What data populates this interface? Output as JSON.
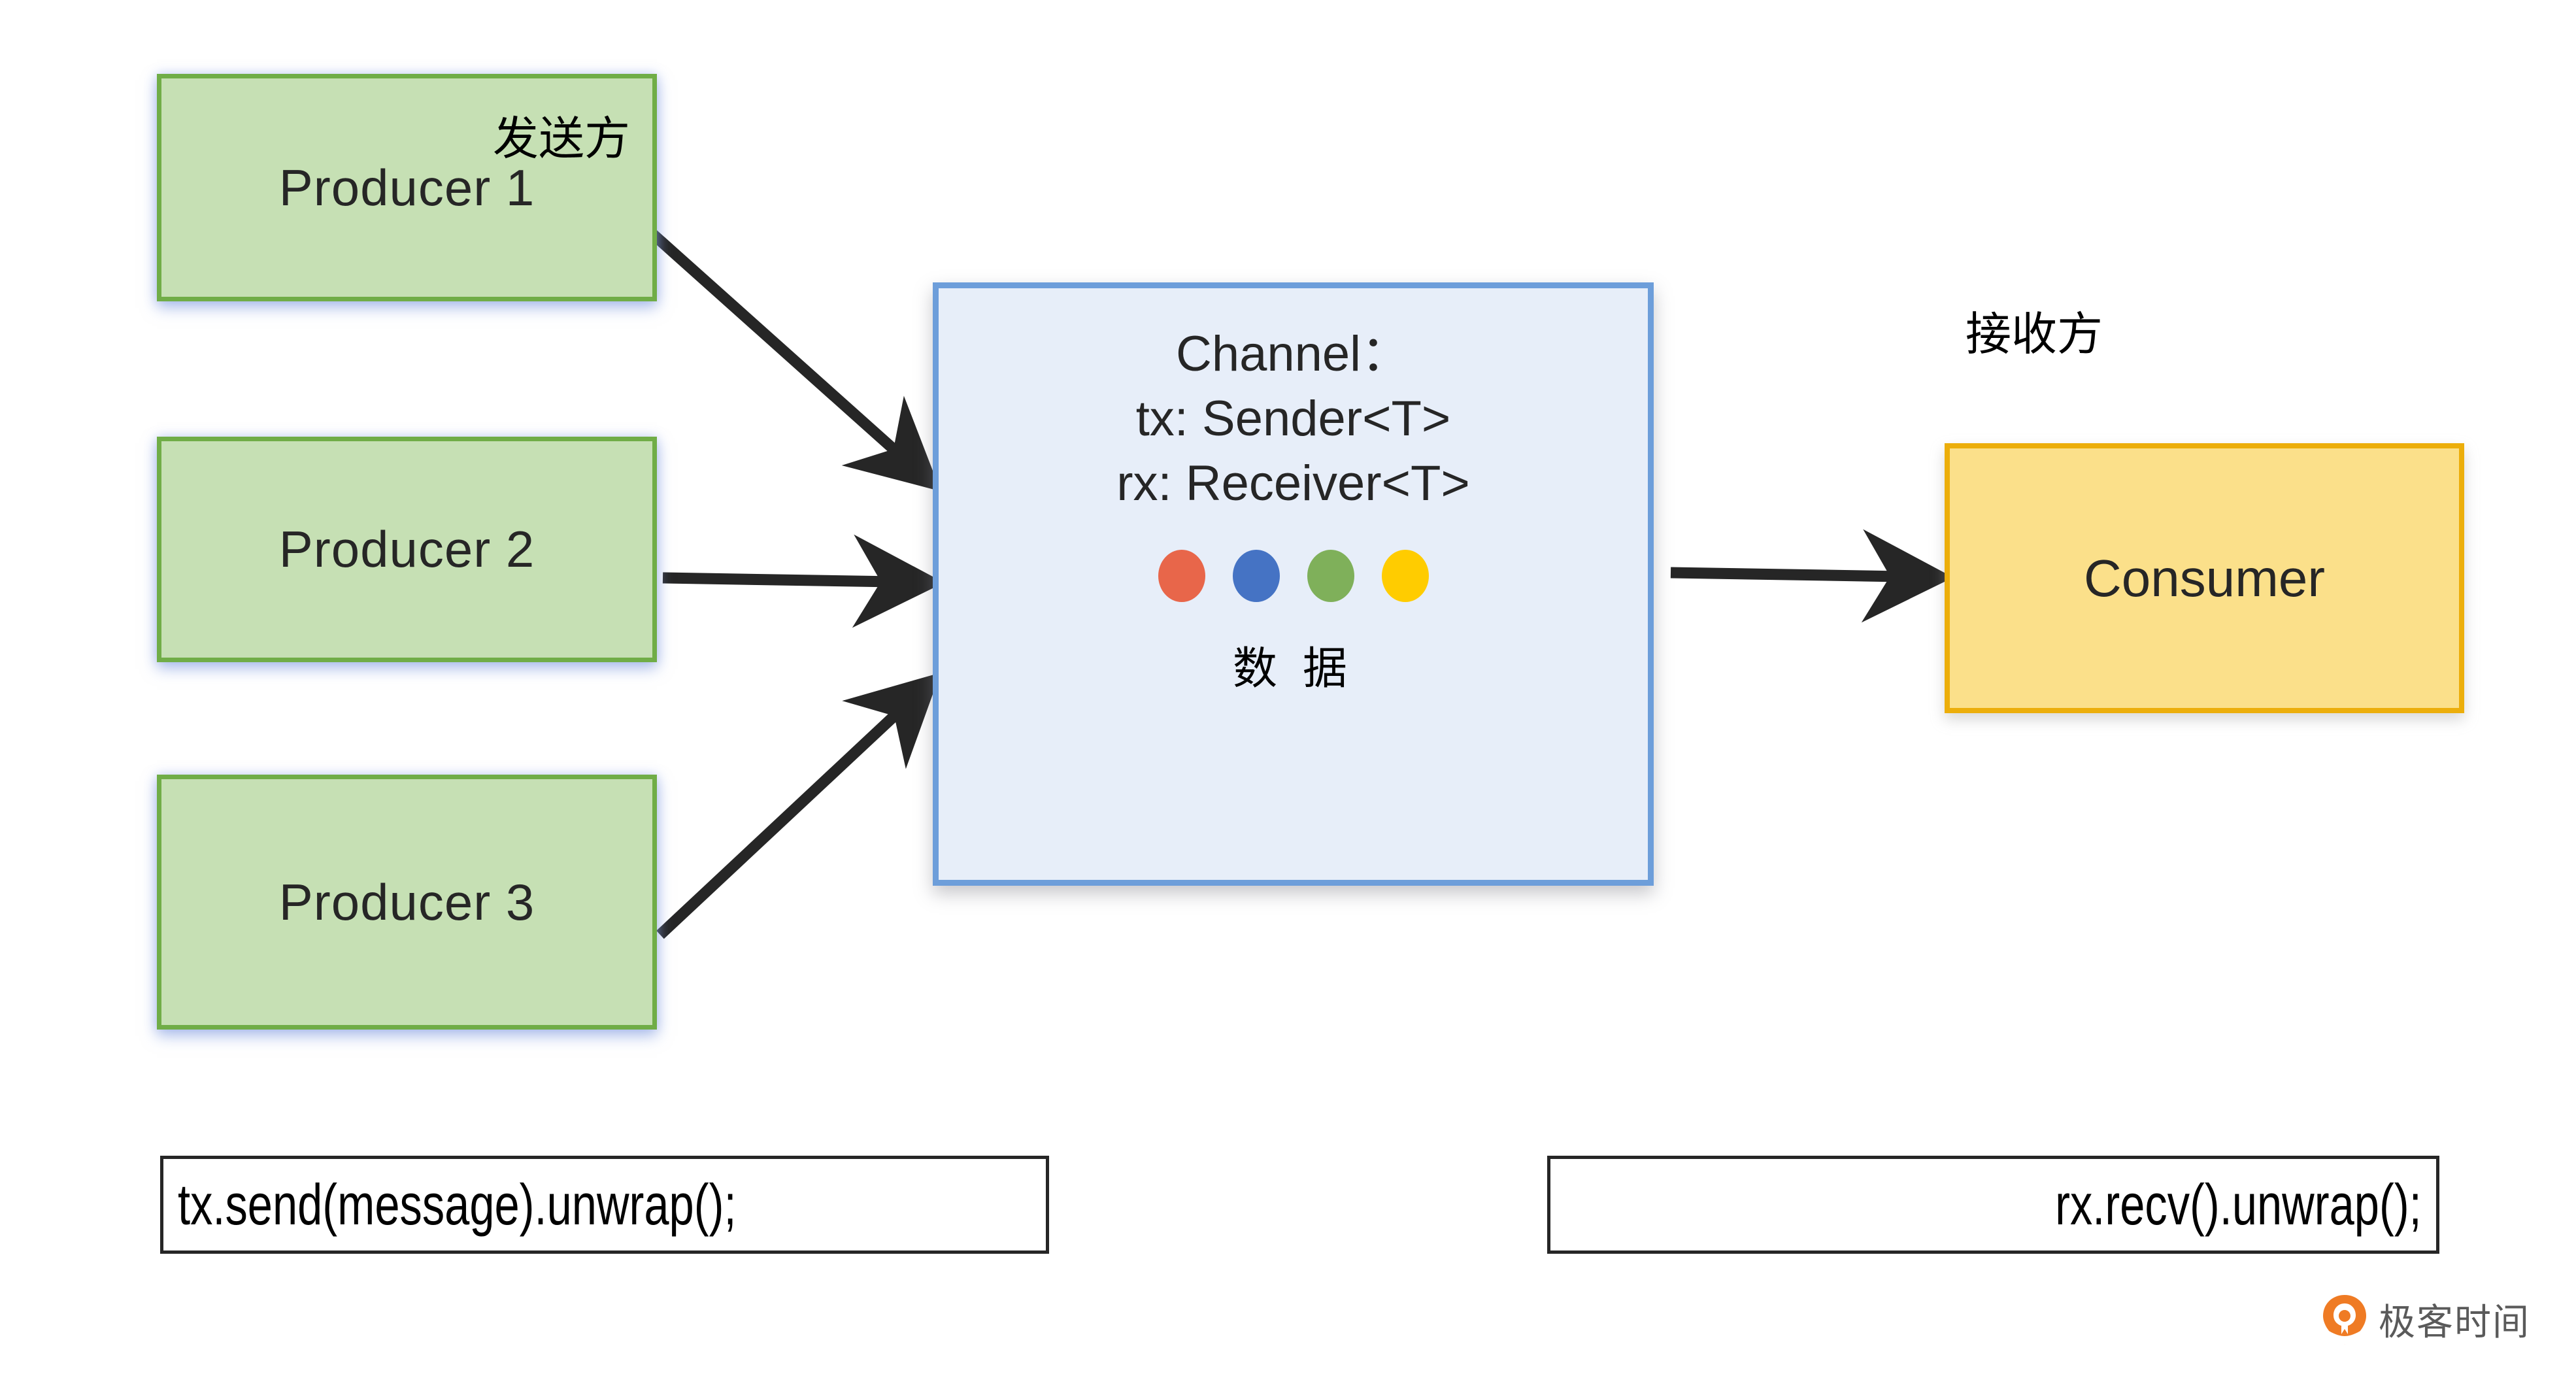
{
  "diagram": {
    "title": "Rust mpsc channel producer-consumer diagram",
    "sender_label": "发送方",
    "receiver_label": "接收方",
    "data_caption": "数 据"
  },
  "producers": [
    {
      "label": "Producer 1"
    },
    {
      "label": "Producer 2"
    },
    {
      "label": "Producer 3"
    }
  ],
  "channel": {
    "line1": "Channel：",
    "line2": "tx: Sender<T>",
    "line3": "rx: Receiver<T>",
    "dots": [
      {
        "name": "data-dot-red",
        "color": "#e8664a"
      },
      {
        "name": "data-dot-blue",
        "color": "#4573c4"
      },
      {
        "name": "data-dot-green",
        "color": "#7fb05a"
      },
      {
        "name": "data-dot-yellow",
        "color": "#ffcc00"
      }
    ]
  },
  "consumer": {
    "label": "Consumer"
  },
  "code": {
    "send": "tx.send(message).unwrap();",
    "recv": "rx.recv().unwrap();"
  },
  "watermark": {
    "text": "极客时间"
  },
  "colors": {
    "producer_fill": "#c6e0b4",
    "producer_border": "#70ad47",
    "channel_fill": "#e7eef9",
    "channel_border": "#6d9eda",
    "consumer_fill": "#fbe08a",
    "consumer_border": "#ecae0b",
    "arrow": "#262626",
    "watermark_orange": "#ef7b24",
    "watermark_gray": "#5a5a5a"
  }
}
